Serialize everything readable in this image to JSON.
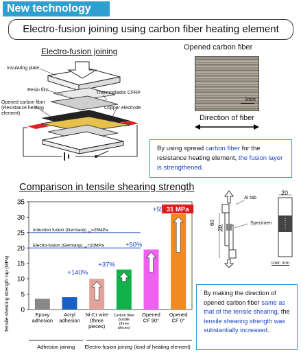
{
  "header": {
    "tag": "New technology",
    "title": "Electro-fusion joining using carbon fiber heating element"
  },
  "diagram": {
    "title": "Electro-fusion joining",
    "labels": {
      "insulating_plate": "Insulating plate",
      "resin_film": "Resin film",
      "thermoplastic_cfrp": "Thermoplastic CFRP",
      "opened_carbon_fiber": "Opened carbon fiber\n(Resistance heating\nelement)",
      "copper_electrode": "Copper electrode"
    }
  },
  "photo": {
    "title": "Opened carbon fiber",
    "scale": "5mm",
    "direction": "Direction of fiber"
  },
  "note1": {
    "p1": "By using spread ",
    "p2": "carbon fiber",
    "p3": " for the resistance heating element, ",
    "p4": "the fusion layer is strengthened",
    "p5": "."
  },
  "comparison": {
    "title": "Comparison in tensile shearing strength"
  },
  "chart_data": {
    "type": "bar",
    "ylabel": "Tensile shearing strength τap (MPa)",
    "ylim": [
      0,
      35
    ],
    "yticks": [
      0,
      5,
      10,
      15,
      20,
      25,
      30,
      35
    ],
    "categories": [
      "Epoxy adhesion",
      "Acryl adhesion",
      "Ni-Cr wire (three pieces)",
      "Carbon fiber bundle (three pieces)",
      "Opened CF 90°",
      "Opened CF 0°"
    ],
    "values": [
      3.5,
      4,
      10,
      13,
      19.5,
      31
    ],
    "colors": [
      "#888888",
      "#1a5fc8",
      "#e3a39b",
      "#12b24a",
      "#f060f0",
      "#f28a22"
    ],
    "top_label": "31 MPa",
    "increase_labels": [
      "+140%",
      "+37%",
      "+50%",
      "+55%"
    ],
    "reference_lines": [
      {
        "label": "Induction fusion (Germany) ",
        "sub": "av",
        "value": "=25MPa",
        "y": 25
      },
      {
        "label": "Electro-fusion (Germany) ",
        "sub": "av",
        "value": "=20MPa",
        "y": 20
      }
    ],
    "groups": [
      "Adhesion joining",
      "Electro-fusion joining (kind of heating element)"
    ]
  },
  "specimen": {
    "al_tab": "Al tab",
    "specimen": "Specimen",
    "dim_60": "60",
    "dim_20a": "20",
    "dim_20b": "20",
    "unit": "Unit: mm"
  },
  "note2": {
    "p1": "By making the direction of opened carbon fiber ",
    "p2": "same as that of the tensile shearing",
    "p3": ", the ",
    "p4": "tensile shearing strength was substantially increased",
    "p5": "."
  }
}
